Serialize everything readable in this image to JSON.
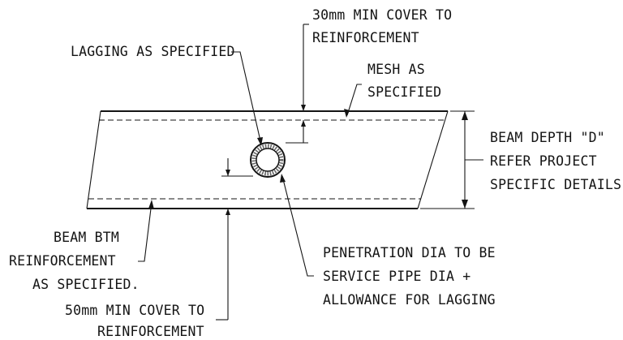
{
  "labels": {
    "cover_top_line1": "30mm MIN COVER TO",
    "cover_top_line2": "REINFORCEMENT",
    "lagging": "LAGGING AS SPECIFIED",
    "mesh_line1": "MESH AS",
    "mesh_line2": "SPECIFIED",
    "depth_line1": "BEAM DEPTH \"D\"",
    "depth_line2": "REFER PROJECT",
    "depth_line3": "SPECIFIC DETAILS",
    "btm_line1": "BEAM BTM",
    "btm_line2": "REINFORCEMENT",
    "btm_line3": "AS SPECIFIED.",
    "penetration_line1": "PENETRATION DIA TO BE",
    "penetration_line2": "SERVICE PIPE DIA +",
    "penetration_line3": "ALLOWANCE FOR LAGGING",
    "cover_btm_line1": "50mm MIN COVER TO",
    "cover_btm_line2": "REINFORCEMENT"
  },
  "colors": {
    "ink": "#141414",
    "paper": "#ffffff"
  }
}
